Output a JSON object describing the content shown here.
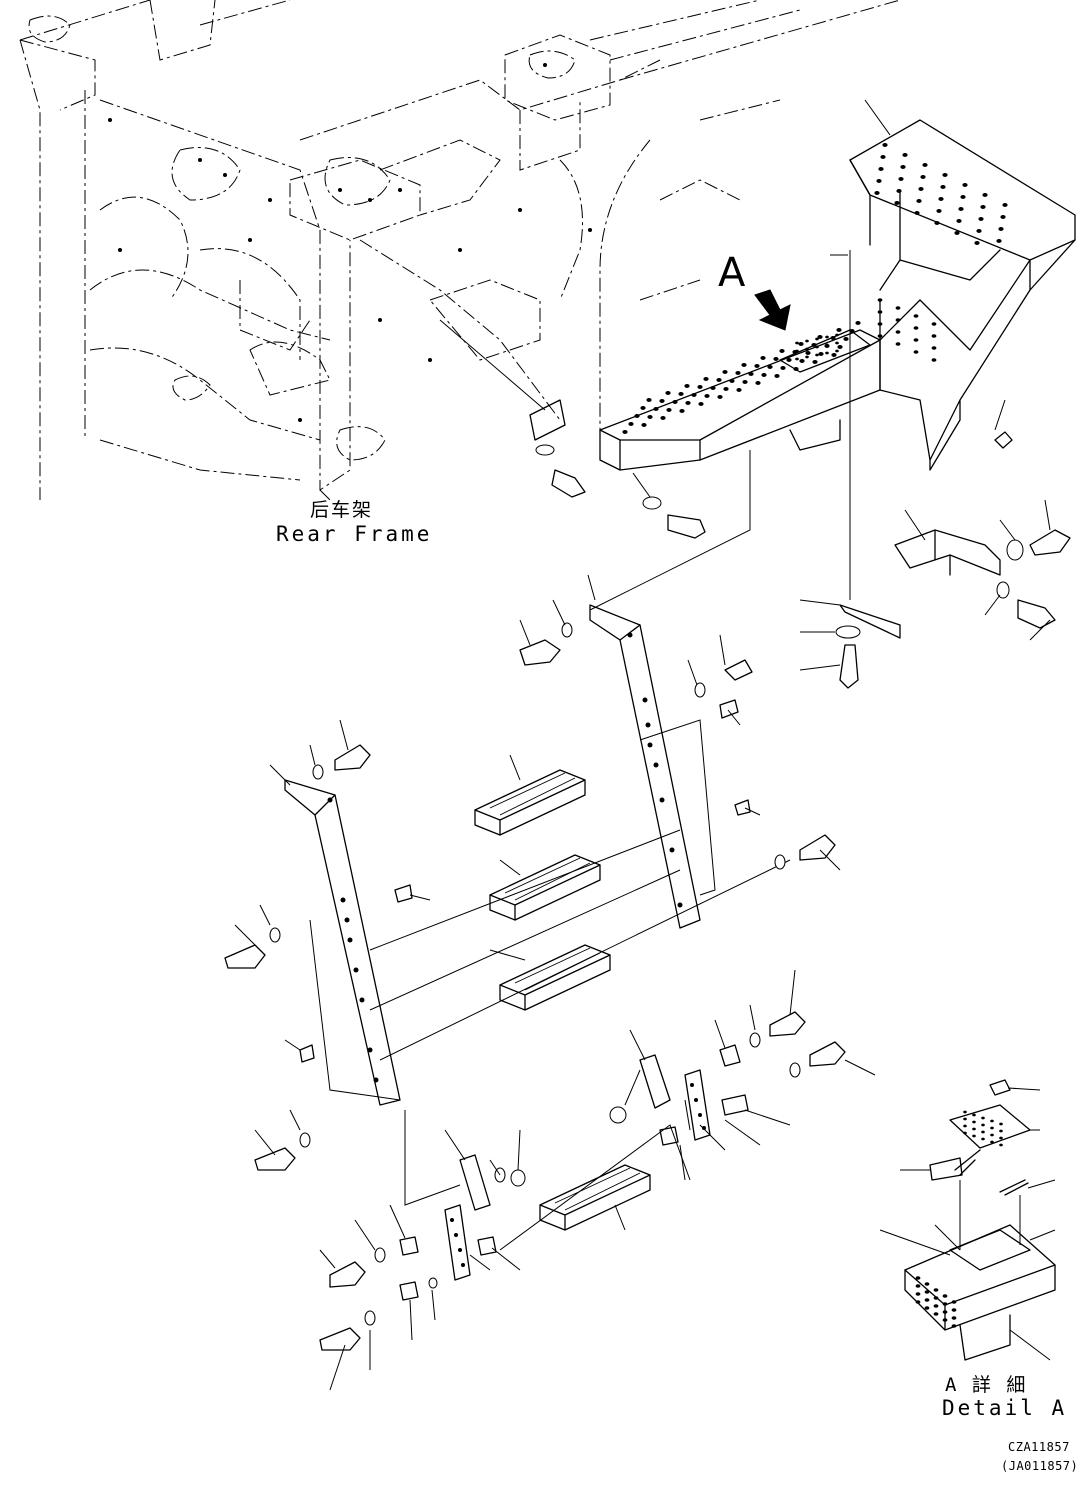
{
  "labels": {
    "view_letter": "A",
    "rear_frame_cn": "后车架",
    "rear_frame_en": "Rear Frame",
    "detail_cn": "A 詳 細",
    "detail_en": "Detail A",
    "code_primary": "CZA11857",
    "code_secondary": "(JA011857)"
  }
}
